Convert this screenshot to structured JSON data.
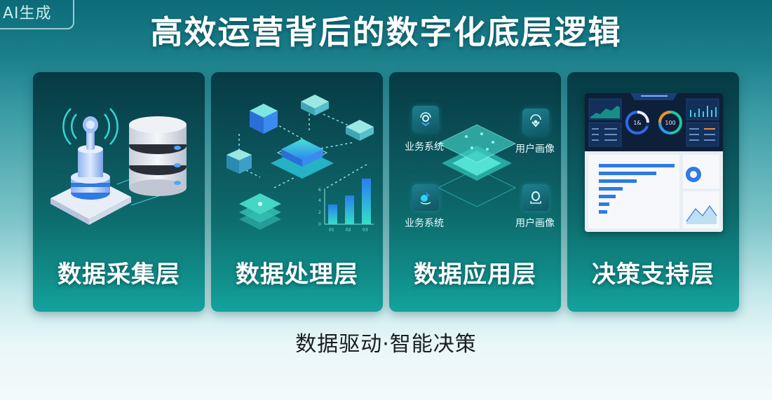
{
  "badge": {
    "label": "AI生成"
  },
  "header": {
    "title": "高效运营背后的数字化底层逻辑"
  },
  "cards": [
    {
      "label": "数据采集层",
      "illustration": {
        "icons": [
          "signal-tower-icon",
          "database-server-icon"
        ]
      }
    },
    {
      "label": "数据处理层",
      "illustration": {
        "icons": [
          "server-node-icon",
          "processing-core-icon",
          "layer-stack-icon"
        ],
        "mini_chart": {
          "y_ticks": [
            "0",
            "2",
            "4",
            "6"
          ],
          "x_labels": [
            "01",
            "02",
            "03"
          ]
        }
      }
    },
    {
      "label": "数据应用层",
      "illustration": {
        "apps": [
          {
            "label": "业务系统",
            "icon": "business-system-icon"
          },
          {
            "label": "用户画像",
            "icon": "user-profile-icon"
          },
          {
            "label": "业务系统",
            "icon": "business-analytics-icon"
          },
          {
            "label": "用户画像",
            "icon": "user-portrait-icon"
          }
        ]
      }
    },
    {
      "label": "决策支持层",
      "illustration": {
        "dashboard": {
          "gauge_left": "1&",
          "gauge_right": "100"
        }
      }
    }
  ],
  "footer": {
    "subtitle": "数据驱动·智能决策"
  },
  "colors": {
    "accent": "#2fd3d8",
    "card_top": "#063a44",
    "card_bottom": "#14a39d",
    "bar_blue": "#2f7ae5"
  },
  "chart_data": {
    "type": "bar",
    "title": "",
    "categories": [
      "01",
      "02",
      "03"
    ],
    "values": [
      4,
      5,
      7
    ],
    "xlabel": "",
    "ylabel": "",
    "ylim": [
      0,
      8
    ]
  }
}
